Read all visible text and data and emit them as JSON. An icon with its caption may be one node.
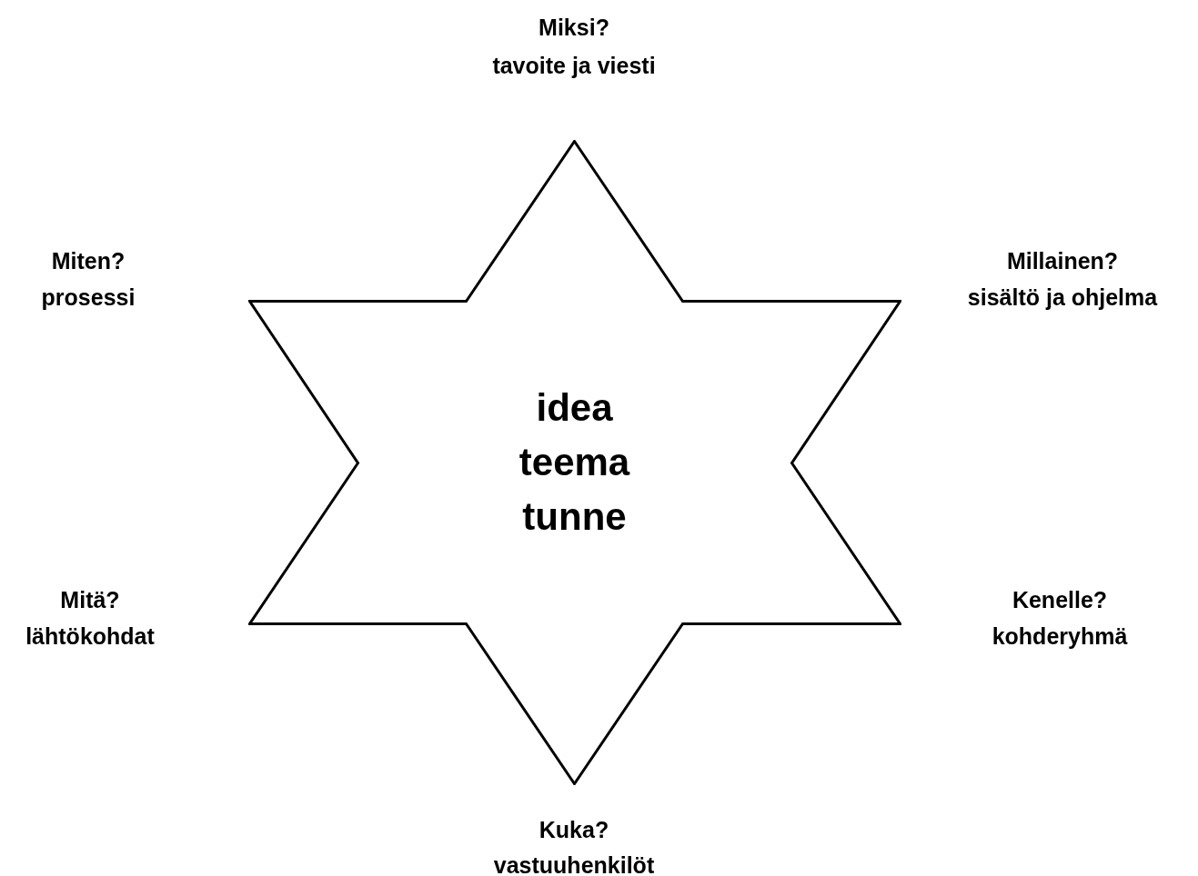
{
  "diagram": {
    "nodes": [
      {
        "text": [
          "idea teema tunne"
        ]
      }
    ],
    "labels": [
      "Miksi?",
      "tavoite ja viesti",
      "Miten?",
      "prosessi",
      "Millainen?",
      "sisältö ja ohjelma",
      "Mitä?",
      "lähtökohdat",
      "Kenelle?",
      "kohderyhmä",
      "Kuka?",
      "vastuuhenkilöt"
    ]
  }
}
